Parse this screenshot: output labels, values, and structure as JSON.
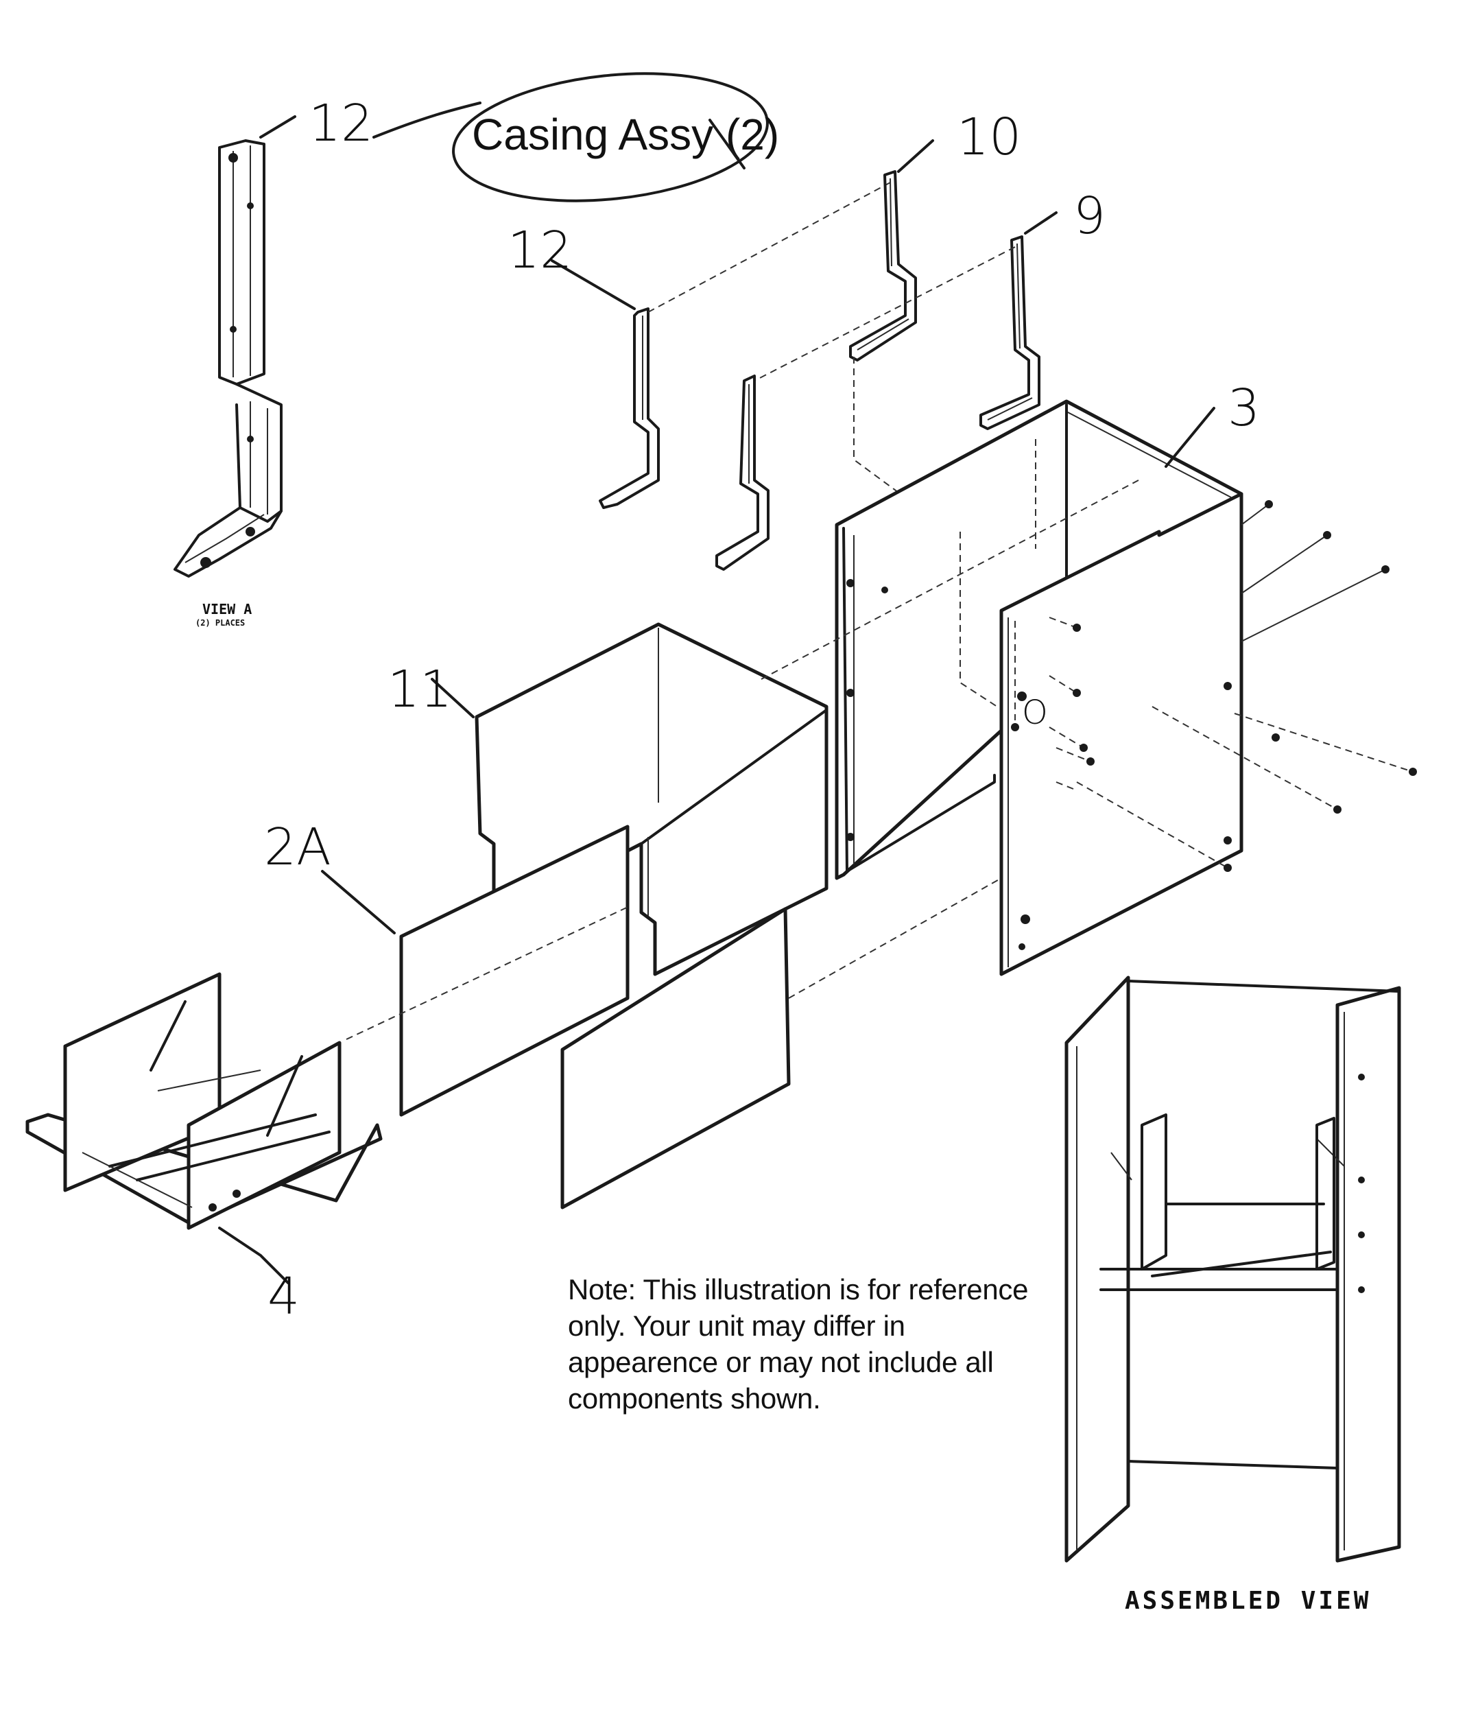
{
  "title": "Casing Assy (2)",
  "callouts": {
    "c12_top": "12",
    "c12_part": "12",
    "c10": "10",
    "c9": "9",
    "c3": "3",
    "c11": "11",
    "c2a": "2A",
    "c4": "4"
  },
  "view_a": {
    "label": "VIEW A",
    "sublabel": "(2) PLACES"
  },
  "assembled_view_label": "ASSEMBLED VIEW",
  "note": "Note: This illustration is for reference only. Your unit may differ in appearence or may not include all components shown."
}
